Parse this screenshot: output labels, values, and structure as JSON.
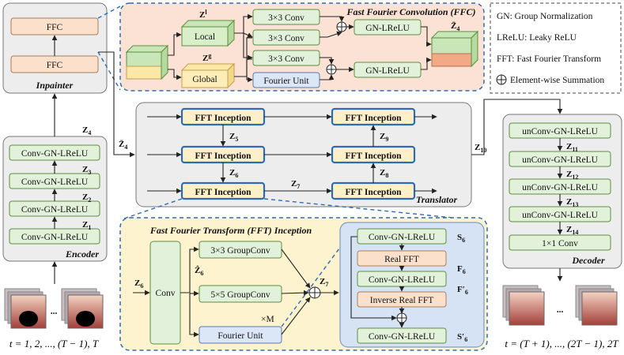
{
  "encoder": {
    "title": "Encoder",
    "blocks": [
      "Conv-GN-LReLU",
      "Conv-GN-LReLU",
      "Conv-GN-LReLU",
      "Conv-GN-LReLU"
    ],
    "z_labels": [
      "Z",
      "Z",
      "Z",
      "Z"
    ],
    "z_subs": [
      "1",
      "2",
      "3",
      "4"
    ]
  },
  "inpainter": {
    "title": "Inpainter",
    "blocks": [
      "FFC",
      "FFC"
    ],
    "out_z": "Z̄",
    "out_sub": "4"
  },
  "ffc": {
    "title": "Fast Fourier Convolution (FFC)",
    "local": "Local",
    "global": "Global",
    "zl": "Z",
    "zl_sup": "l",
    "zg": "Z",
    "zg_sup": "g",
    "convs": [
      "3×3 Conv",
      "3×3 Conv",
      "3×3 Conv"
    ],
    "fourier_unit": "Fourier Unit",
    "gn": [
      "GN-LReLU",
      "GN-LReLU"
    ],
    "out_z": "Z̄",
    "out_sub": "4"
  },
  "legend": {
    "items": [
      "GN: Group Normalization",
      "LReLU: Leaky ReLU",
      "FFT: Fast Fourier Transform",
      "Element-wise Summation"
    ]
  },
  "translator": {
    "title": "Translator",
    "block_label": "FFT Inception",
    "in_z": "Z̄",
    "in_sub": "4",
    "z_labels": [
      "Z",
      "Z",
      "Z",
      "Z",
      "Z"
    ],
    "z_subs": [
      "5",
      "6",
      "7",
      "8",
      "9"
    ],
    "out_z": "Z",
    "out_sub": "10"
  },
  "decoder": {
    "title": "Decoder",
    "blocks": [
      "unConv-GN-LReLU",
      "unConv-GN-LReLU",
      "unConv-GN-LReLU",
      "unConv-GN-LReLU",
      "1×1 Conv"
    ],
    "z_labels": [
      "Z",
      "Z",
      "Z",
      "Z"
    ],
    "z_subs": [
      "11",
      "12",
      "13",
      "14"
    ]
  },
  "fft_inception": {
    "title": "Fast Fourier Transform (FFT) Inception",
    "in_z": "Z",
    "in_sub": "6",
    "conv": "Conv",
    "zhat": "Ẑ",
    "zhat_sub": "6",
    "group_convs": [
      "3×3 GroupConv",
      "5×5 GroupConv"
    ],
    "fourier_unit": "Fourier Unit",
    "repeat": "×M",
    "out_z": "Z",
    "out_sub": "7"
  },
  "fourier_detail": {
    "blocks": [
      "Conv-GN-LReLU",
      "Real FFT",
      "Conv-GN-LReLU",
      "Inverse Real FFT",
      "Conv-GN-LReLU"
    ],
    "labels": [
      "S",
      "F",
      "F′",
      "S′"
    ],
    "subs": [
      "6",
      "6",
      "6",
      "6"
    ]
  },
  "captions": {
    "input": "t = 1, 2, ..., (T − 1), T",
    "output": "t = (T + 1), ..., (2T − 1), 2T",
    "ellipsis": "..."
  },
  "colors": {
    "green": "#e2f1d9",
    "peach": "#fbe0cc",
    "blue": "#dbe6f7",
    "yellow": "#fdf0c8",
    "accent": "#2f6bb3"
  }
}
